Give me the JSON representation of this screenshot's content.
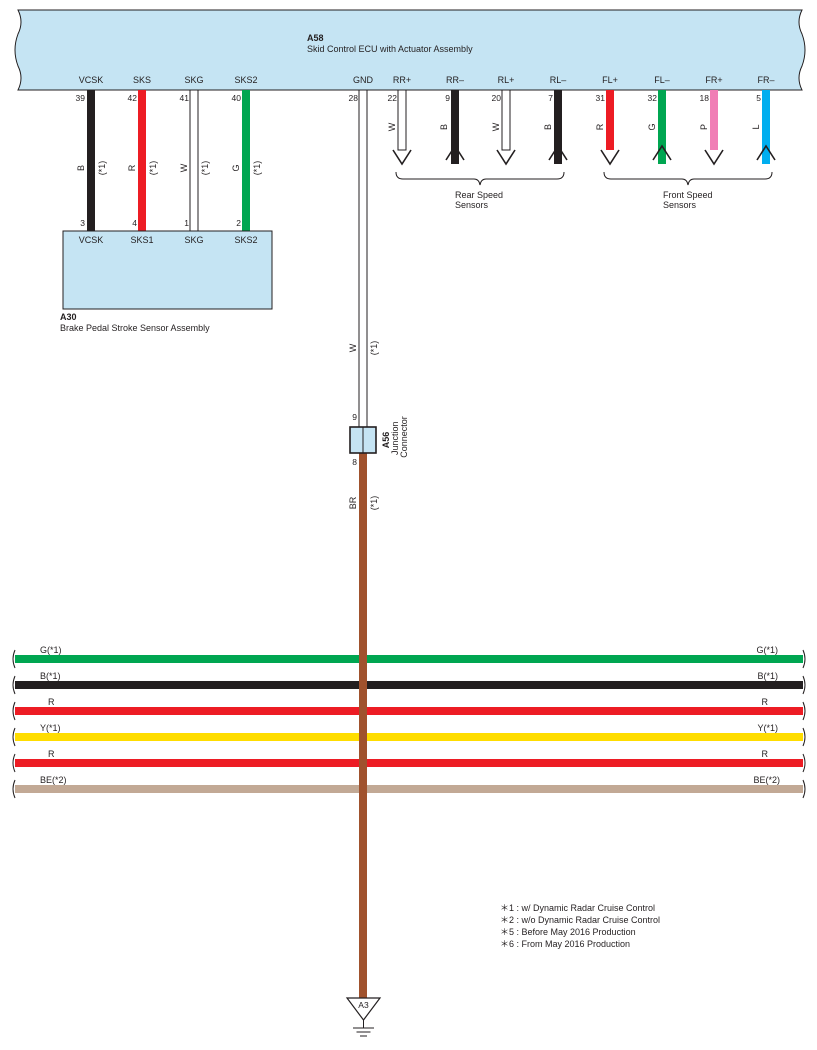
{
  "ecu": {
    "code": "A58",
    "name": "Skid Control ECU with Actuator Assembly",
    "terminals": [
      {
        "id": "vcsk",
        "label": "VCSK",
        "pin": "39"
      },
      {
        "id": "sks",
        "label": "SKS",
        "pin": "42"
      },
      {
        "id": "skg",
        "label": "SKG",
        "pin": "41"
      },
      {
        "id": "sks2",
        "label": "SKS2",
        "pin": "40"
      },
      {
        "id": "gnd",
        "label": "GND",
        "pin": "28"
      },
      {
        "id": "rrp",
        "label": "RR+",
        "pin": "22"
      },
      {
        "id": "rrm",
        "label": "RR–",
        "pin": "9"
      },
      {
        "id": "rlp",
        "label": "RL+",
        "pin": "20"
      },
      {
        "id": "rlm",
        "label": "RL–",
        "pin": "7"
      },
      {
        "id": "flp",
        "label": "FL+",
        "pin": "31"
      },
      {
        "id": "flm",
        "label": "FL–",
        "pin": "32"
      },
      {
        "id": "frp",
        "label": "FR+",
        "pin": "18"
      },
      {
        "id": "frm",
        "label": "FR–",
        "pin": "5"
      }
    ]
  },
  "sensor": {
    "code": "A30",
    "name": "Brake Pedal Stroke Sensor Assembly",
    "terminals": [
      {
        "id": "vcsk",
        "label": "VCSK",
        "pin": "3"
      },
      {
        "id": "sks1",
        "label": "SKS1",
        "pin": "4"
      },
      {
        "id": "skg",
        "label": "SKG",
        "pin": "1"
      },
      {
        "id": "sks2",
        "label": "SKS2",
        "pin": "2"
      }
    ]
  },
  "sensor_wires": [
    {
      "id": "vcsk",
      "color_code": "B",
      "note": "(*1)",
      "hex": "#231f20"
    },
    {
      "id": "sks",
      "color_code": "R",
      "note": "(*1)",
      "hex": "#ed1c24"
    },
    {
      "id": "skg",
      "color_code": "W",
      "note": "(*1)",
      "hex": "#ffffff"
    },
    {
      "id": "sks2",
      "color_code": "G",
      "note": "(*1)",
      "hex": "#00a651"
    }
  ],
  "speed_wires": [
    {
      "id": "rrp",
      "color_code": "W",
      "hex": "#ffffff"
    },
    {
      "id": "rrm",
      "color_code": "B",
      "hex": "#231f20"
    },
    {
      "id": "rlp",
      "color_code": "W",
      "hex": "#ffffff"
    },
    {
      "id": "rlm",
      "color_code": "B",
      "hex": "#231f20"
    },
    {
      "id": "flp",
      "color_code": "R",
      "hex": "#ed1c24"
    },
    {
      "id": "flm",
      "color_code": "G",
      "hex": "#00a651"
    },
    {
      "id": "frp",
      "color_code": "P",
      "hex": "#f07eb5"
    },
    {
      "id": "frm",
      "color_code": "L",
      "hex": "#00aeef"
    }
  ],
  "groups": {
    "rear": "Rear Speed\nSensors",
    "front": "Front Speed\nSensors"
  },
  "ground_wire": {
    "upper_code": "W",
    "upper_note": "(*1)",
    "lower_code": "BR",
    "lower_note": "(*1)",
    "upper_hex": "#ffffff",
    "lower_hex": "#a0522d"
  },
  "junction": {
    "code": "A56",
    "name": "Junction\nConnector",
    "pin_in": "9",
    "pin_out": "8"
  },
  "ground_point": "A3",
  "buses": [
    {
      "left": "G(*1)",
      "right": "G(*1)",
      "hex": "#00a651"
    },
    {
      "left": "B(*1)",
      "right": "B(*1)",
      "hex": "#231f20"
    },
    {
      "left": "R",
      "right": "R",
      "hex": "#ed1c24"
    },
    {
      "left": "Y(*1)",
      "right": "Y(*1)",
      "hex": "#ffdd00"
    },
    {
      "left": "R",
      "right": "R",
      "hex": "#ed1c24"
    },
    {
      "left": "BE(*2)",
      "right": "BE(*2)",
      "hex": "#c2a995"
    }
  ],
  "notes": [
    "＊1 : w/ Dynamic Radar Cruise Control",
    "＊2 : w/o Dynamic Radar Cruise Control",
    "＊5 : Before May 2016 Production",
    "＊6 : From May 2016 Production"
  ],
  "colors": {
    "box_fill": "#c5e4f3",
    "line": "#231f20"
  }
}
